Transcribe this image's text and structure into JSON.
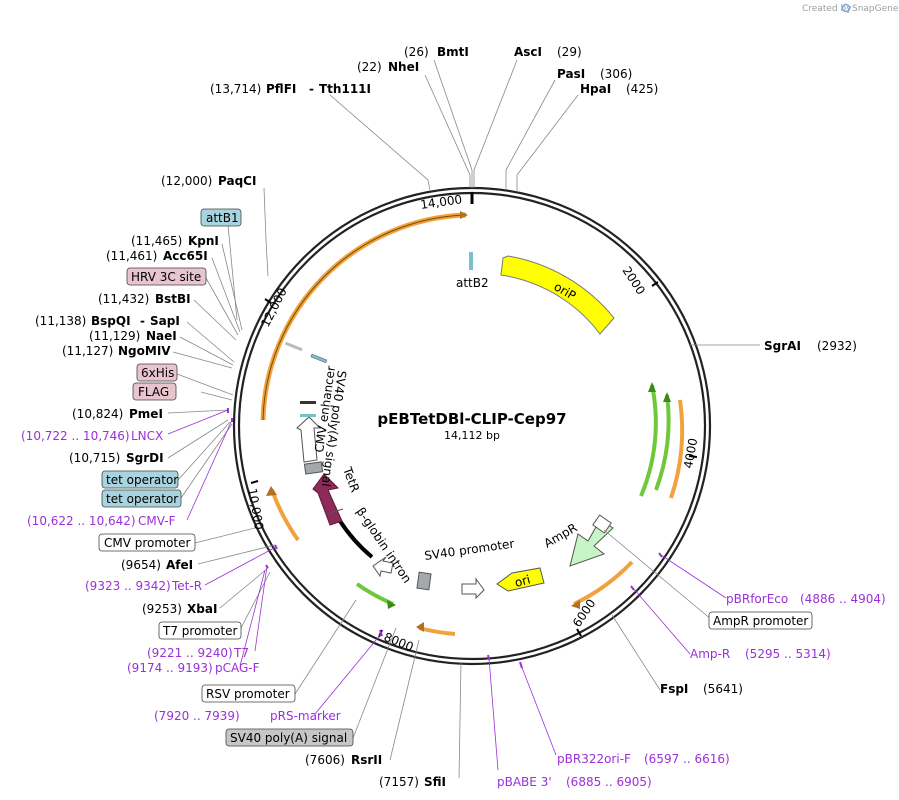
{
  "app": {
    "credit": "Created by",
    "brand": "SnapGene"
  },
  "plasmid": {
    "name": "pEBTetDBl-CLIP-Cep97",
    "size_label": "14,112 bp"
  },
  "ticks": [
    "2000",
    "4000",
    "6000",
    "8000",
    "10,000",
    "12,000",
    "14,000"
  ],
  "enzymes": {
    "bmti": {
      "pos": "(26)",
      "name": "BmtI"
    },
    "asci": {
      "pos": "(29)",
      "name": "AscI"
    },
    "nhei": {
      "pos": "(22)",
      "name": "NheI"
    },
    "pasi": {
      "pos": "(306)",
      "name": "PasI"
    },
    "hpai": {
      "pos": "(425)",
      "name": "HpaI"
    },
    "pflfi": {
      "pos": "(13,714)",
      "name": "PflFI",
      "name2": "Tth111I"
    },
    "paqci": {
      "pos": "(12,000)",
      "name": "PaqCI"
    },
    "kpni": {
      "pos": "(11,465)",
      "name": "KpnI"
    },
    "acc65i": {
      "pos": "(11,461)",
      "name": "Acc65I"
    },
    "bstbi": {
      "pos": "(11,432)",
      "name": "BstBI"
    },
    "bspqi": {
      "pos": "(11,138)",
      "name": "BspQI",
      "name2": "SapI"
    },
    "naei": {
      "pos": "(11,129)",
      "name": "NaeI"
    },
    "ngomiv": {
      "pos": "(11,127)",
      "name": "NgoMIV"
    },
    "pmei": {
      "pos": "(10,824)",
      "name": "PmeI"
    },
    "sgrdi": {
      "pos": "(10,715)",
      "name": "SgrDI"
    },
    "afei": {
      "pos": "(9654)",
      "name": "AfeI"
    },
    "xbai": {
      "pos": "(9253)",
      "name": "XbaI"
    },
    "rsrii": {
      "pos": "(7606)",
      "name": "RsrII"
    },
    "sfii": {
      "pos": "(7157)",
      "name": "SfiI"
    },
    "fspi": {
      "pos": "(5641)",
      "name": "FspI"
    },
    "sgrai": {
      "pos": "(2932)",
      "name": "SgrAI"
    }
  },
  "boxes": {
    "attb1": "attB1",
    "hrv": "HRV 3C site",
    "his": "6xHis",
    "flag": "FLAG",
    "tet1": "tet operator",
    "tet2": "tet operator",
    "cmvp": "CMV promoter",
    "t7p": "T7 promoter",
    "rsvp": "RSV promoter",
    "sv40pa": "SV40 poly(A) signal",
    "ampr_p": "AmpR promoter"
  },
  "primers": {
    "lncx": {
      "range": "(10,722 .. 10,746)",
      "name": "LNCX"
    },
    "cmvf": {
      "range": "(10,622 .. 10,642)",
      "name": "CMV-F"
    },
    "tetr": {
      "range": "(9323 .. 9342)",
      "name": "Tet-R"
    },
    "t7": {
      "range": "(9221 .. 9240)",
      "name": "T7"
    },
    "pcag": {
      "range": "(9174 .. 9193)",
      "name": "pCAG-F"
    },
    "prs": {
      "range": "(7920 .. 7939)",
      "name": "pRS-marker"
    },
    "pbrforeco": {
      "name": "pBRforEco",
      "range": "(4886 .. 4904)"
    },
    "ampr": {
      "name": "Amp-R",
      "range": "(5295 .. 5314)"
    },
    "pbr322": {
      "name": "pBR322ori-F",
      "range": "(6597 .. 6616)"
    },
    "pbabe": {
      "name": "pBABE 3'",
      "range": "(6885 .. 6905)"
    }
  },
  "features": {
    "attb2": "attB2",
    "orip": "oriP",
    "cmv_enh": "CMV enhancer",
    "sv40pa_in": "SV40 poly(A) signal",
    "tetr": "TetR",
    "bglobin": "β-globin intron",
    "sv40p": "SV40 promoter",
    "ampr": "AmpR",
    "ori": "ori"
  },
  "colors": {
    "orange": "#f2a23c",
    "orip": "#ffff00",
    "green": "#6ec93a",
    "ampr": "#c8f5c8",
    "tetr": "#8e2a5a",
    "primer": "#9b30d9",
    "pinkbox": "#e8c4cf",
    "bluebox": "#a8d4df",
    "graybox": "#c4c6c8"
  }
}
